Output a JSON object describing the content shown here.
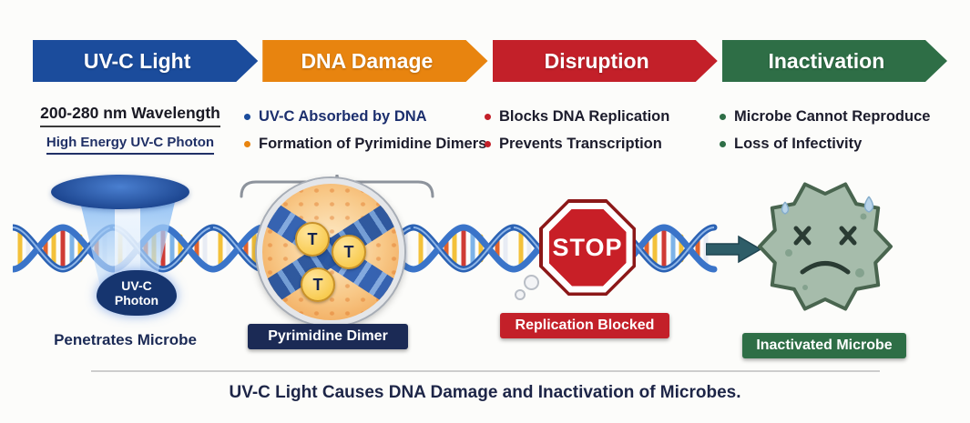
{
  "banner": {
    "stages": [
      {
        "label": "UV-C Light"
      },
      {
        "label": "DNA Damage"
      },
      {
        "label": "Disruption"
      },
      {
        "label": "Inactivation"
      }
    ]
  },
  "uvc_column": {
    "wavelength": "200-280 nm Wavelength",
    "photon_heading": "High Energy UV-C Photon",
    "photon_label_line1": "UV-C",
    "photon_label_line2": "Photon",
    "penetrates": "Penetrates Microbe"
  },
  "dna_column": {
    "bullet1": "UV-C Absorbed by DNA",
    "bullet2": "Formation of Pyrimidine Dimers",
    "dimer_label": "Pyrimidine Dimer",
    "t_letter": "T"
  },
  "disruption_column": {
    "bullet1": "Blocks DNA Replication",
    "bullet2": "Prevents Transcription",
    "stop": "STOP",
    "blocked_label": "Replication Blocked"
  },
  "inactivation_column": {
    "bullet1": "Microbe Cannot Reproduce",
    "bullet2": "Loss of Infectivity",
    "microbe_label": "Inactivated Microbe"
  },
  "caption": "UV-C Light Causes DNA Damage and Inactivation of Microbes.",
  "colors": {
    "uvc_blue": "#1b4c9c",
    "damage_orange": "#e8840f",
    "disruption_red": "#c32029",
    "inactivation_green": "#2e6e46",
    "navy": "#1b2a55",
    "stop_red": "#c81f27",
    "dimer_yellow": "#f6c235"
  }
}
